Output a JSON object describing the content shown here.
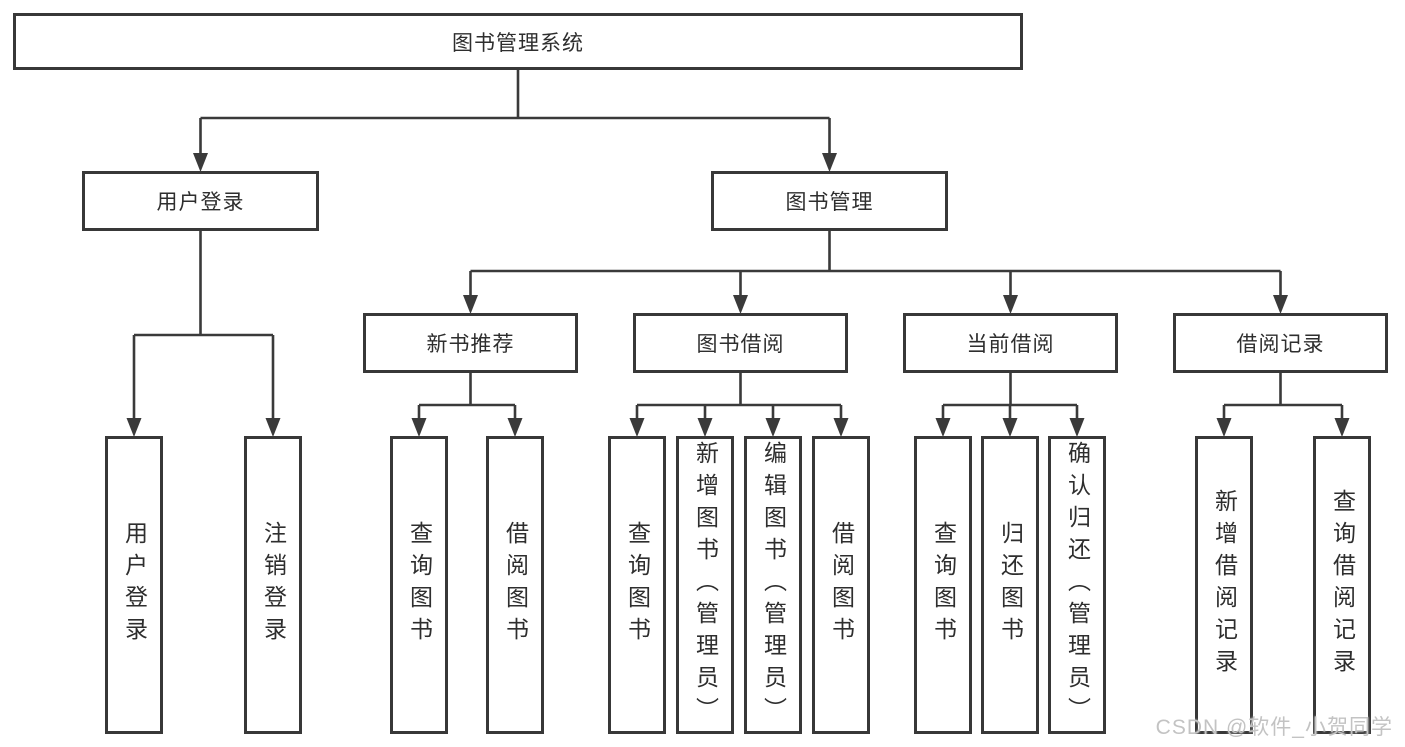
{
  "diagram": {
    "type": "tree",
    "root": {
      "label": "图书管理系统"
    },
    "branches": [
      {
        "label": "用户登录",
        "children": [
          {
            "label": "用户登录"
          },
          {
            "label": "注销登录"
          }
        ]
      },
      {
        "label": "图书管理",
        "children": [
          {
            "label": "新书推荐",
            "children": [
              {
                "label": "查询图书"
              },
              {
                "label": "借阅图书"
              }
            ]
          },
          {
            "label": "图书借阅",
            "children": [
              {
                "label": "查询图书"
              },
              {
                "label": "新增图书（管理员）"
              },
              {
                "label": "编辑图书（管理员）"
              },
              {
                "label": "借阅图书"
              }
            ]
          },
          {
            "label": "当前借阅",
            "children": [
              {
                "label": "查询图书"
              },
              {
                "label": "归还图书"
              },
              {
                "label": "确认归还（管理员）"
              }
            ]
          },
          {
            "label": "借阅记录",
            "children": [
              {
                "label": "新增借阅记录"
              },
              {
                "label": "查询借阅记录"
              }
            ]
          }
        ]
      }
    ]
  },
  "watermark": {
    "text": "CSDN @软件_小贺同学"
  },
  "colors": {
    "line": "#3a3a3a",
    "border": "#383838",
    "text": "#2e2e2e",
    "bg": "#ffffff",
    "watermark": "#c3c3c3"
  }
}
